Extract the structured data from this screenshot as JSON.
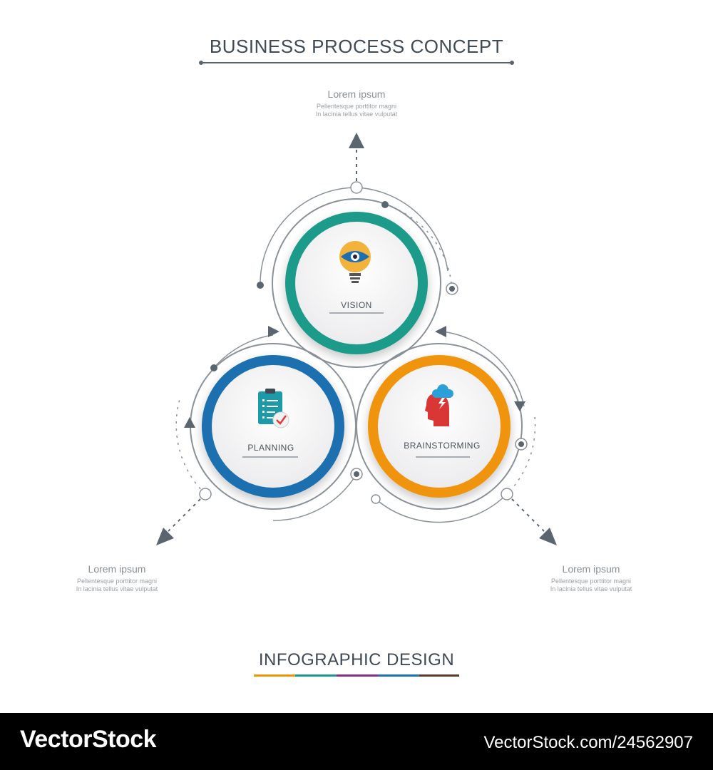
{
  "title": "BUSINESS PROCESS CONCEPT",
  "subtitle": "INFOGRAPHIC DESIGN",
  "blurbs": [
    {
      "heading": "Lorem ipsum",
      "line1": "Pellentesque porttitor magni",
      "line2": "In lacinia tellus vitae vulputat"
    },
    {
      "heading": "Lorem ipsum",
      "line1": "Pellentesque porttitor magni",
      "line2": "In lacinia tellus vitae vulputat"
    },
    {
      "heading": "Lorem ipsum",
      "line1": "Pellentesque porttitor magni",
      "line2": "In lacinia tellus vitae vulputat"
    }
  ],
  "steps": [
    {
      "label": "VISION",
      "color": "#1a9a8a",
      "icon": "eye-lightbulb-icon"
    },
    {
      "label": "PLANNING",
      "color": "#1d6fb0",
      "icon": "clipboard-checklist-icon"
    },
    {
      "label": "BRAINSTORMING",
      "color": "#f0940a",
      "icon": "head-storm-cloud-icon"
    }
  ],
  "subtitle_bar_colors": [
    "#f0940a",
    "#1a9a8a",
    "#8a2a8a",
    "#1d6fb0",
    "#5a3a2a"
  ],
  "watermark": {
    "left": "VectorStock",
    "right": "VectorStock.com/24562907"
  }
}
